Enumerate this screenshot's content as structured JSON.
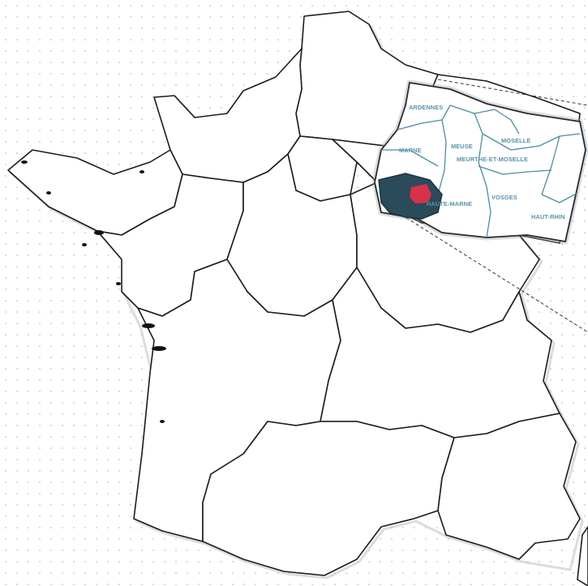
{
  "map": {
    "departments": [
      {
        "id": "ardennes",
        "label": "ARDENNES"
      },
      {
        "id": "marne",
        "label": "MARNE"
      },
      {
        "id": "meuse",
        "label": "MEUSE"
      },
      {
        "id": "moselle",
        "label": "MOSELLE"
      },
      {
        "id": "meurthe-et-moselle",
        "label": "MEURTHE-ET-MOSELLE"
      },
      {
        "id": "haute-marne",
        "label": "HAUTE-MARNE"
      },
      {
        "id": "vosges",
        "label": "VOSGES"
      },
      {
        "id": "haut-rhin",
        "label": "HAUT-RHIN"
      }
    ],
    "colors": {
      "highlighted_department": "#2b4a5a",
      "highlighted_area": "#d8324a",
      "department_borders": "#4d8ca3",
      "region_borders": "#1c1c1c"
    }
  }
}
